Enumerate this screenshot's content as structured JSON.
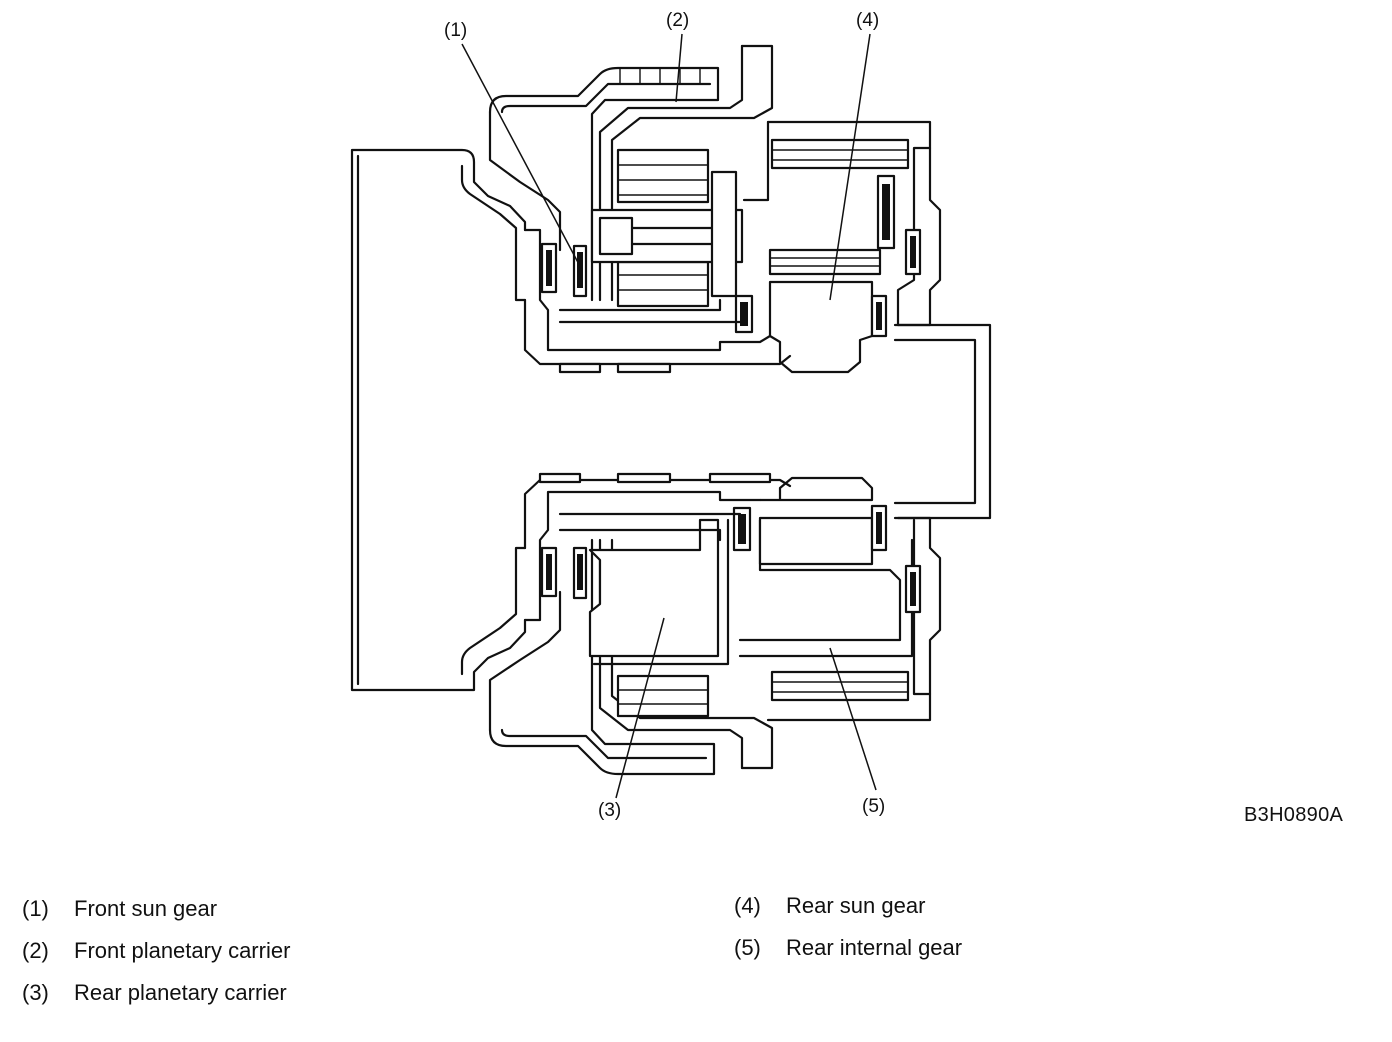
{
  "figure": {
    "callouts": [
      {
        "id": "1",
        "label": "(1)"
      },
      {
        "id": "2",
        "label": "(2)"
      },
      {
        "id": "3",
        "label": "(3)"
      },
      {
        "id": "4",
        "label": "(4)"
      },
      {
        "id": "5",
        "label": "(5)"
      }
    ],
    "code": "B3H0890A"
  },
  "legend": {
    "items": [
      {
        "num": "(1)",
        "text": "Front sun gear"
      },
      {
        "num": "(2)",
        "text": "Front planetary carrier"
      },
      {
        "num": "(3)",
        "text": "Rear planetary carrier"
      },
      {
        "num": "(4)",
        "text": "Rear sun gear"
      },
      {
        "num": "(5)",
        "text": "Rear internal gear"
      }
    ]
  }
}
